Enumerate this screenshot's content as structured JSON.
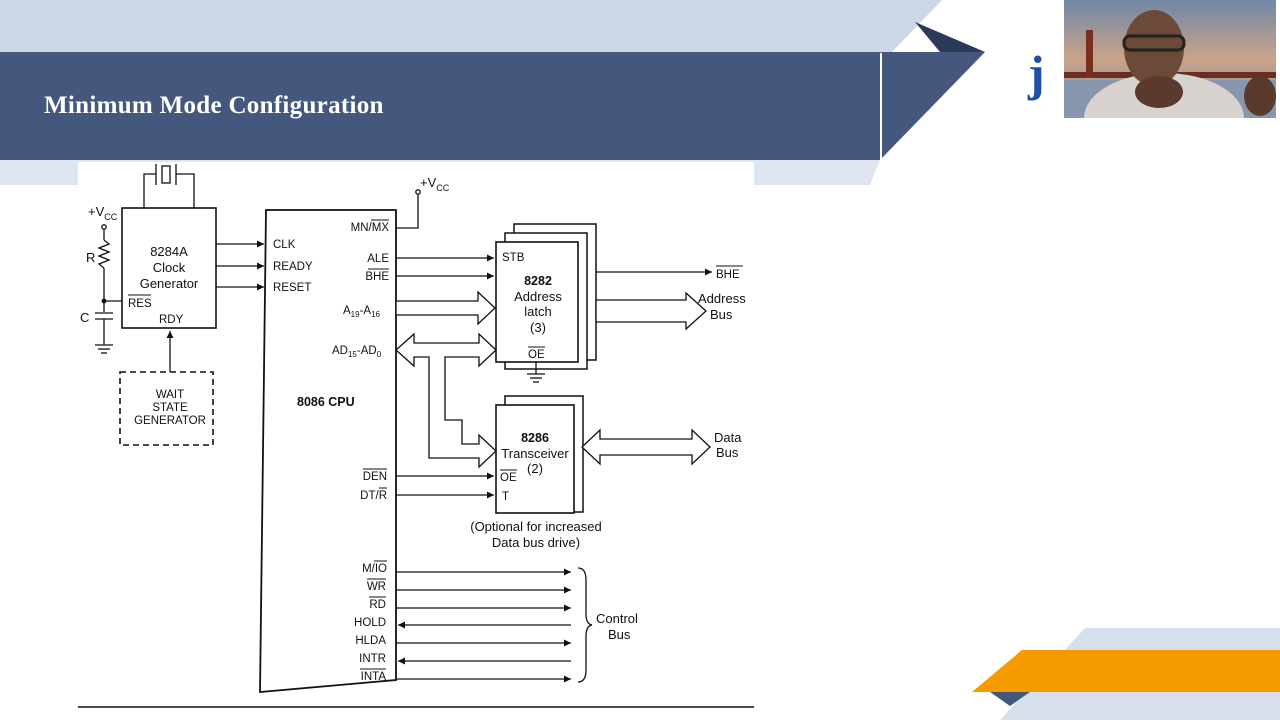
{
  "slide": {
    "title": "Minimum Mode Configuration"
  },
  "diagram": {
    "vcc_left": "+V",
    "vcc_top": "+V",
    "vcc_sub": "CC",
    "res_r": "R",
    "cap_c": "C",
    "clock": {
      "line1": "8284A",
      "line2": "Clock",
      "line3": "Generator",
      "res": "RES",
      "rdy": "RDY"
    },
    "wait": {
      "line1": "WAIT",
      "line2": "STATE",
      "line3": "GENERATOR"
    },
    "cpu": {
      "name": "8086 CPU",
      "clk": "CLK",
      "ready": "READY",
      "reset": "RESET",
      "mnmx": "MN/MX",
      "ale": "ALE",
      "bhe": "BHE",
      "a_pre": "A",
      "a_sub1": "19",
      "a_mid": "-A",
      "a_sub2": "16",
      "ad_pre": "AD",
      "ad_sub1": "15",
      "ad_mid": "-AD",
      "ad_sub2": "0",
      "den": "DEN",
      "dtr_pre": "DT/",
      "dtr_bar": "R",
      "mio_pre": "M/",
      "mio_bar": "IO",
      "wr": "WR",
      "rd": "RD",
      "hold": "HOLD",
      "hlda": "HLDA",
      "intr": "INTR",
      "inta": "INTA"
    },
    "latch": {
      "name": "8282",
      "line2": "Address",
      "line3": "latch",
      "count": "(3)",
      "stb": "STB",
      "oe": "OE"
    },
    "transceiver": {
      "name": "8286",
      "line2": "Transceiver",
      "count": "(2)",
      "oe": "OE",
      "t": "T"
    },
    "optional": {
      "line1": "(Optional for increased",
      "line2": "Data bus drive)"
    },
    "outputs": {
      "bhe": "BHE",
      "address": {
        "line1": "Address",
        "line2": "Bus"
      },
      "data": {
        "line1": "Data",
        "line2": "Bus"
      },
      "control": {
        "line1": "Control",
        "line2": "Bus"
      }
    }
  },
  "colors": {
    "banner_dark": "#44577d",
    "banner_light": "#cdd6e7",
    "accent_orange": "#f59b00",
    "logo_blue": "#1f4fa8"
  },
  "logo": {
    "glyph": "j"
  }
}
